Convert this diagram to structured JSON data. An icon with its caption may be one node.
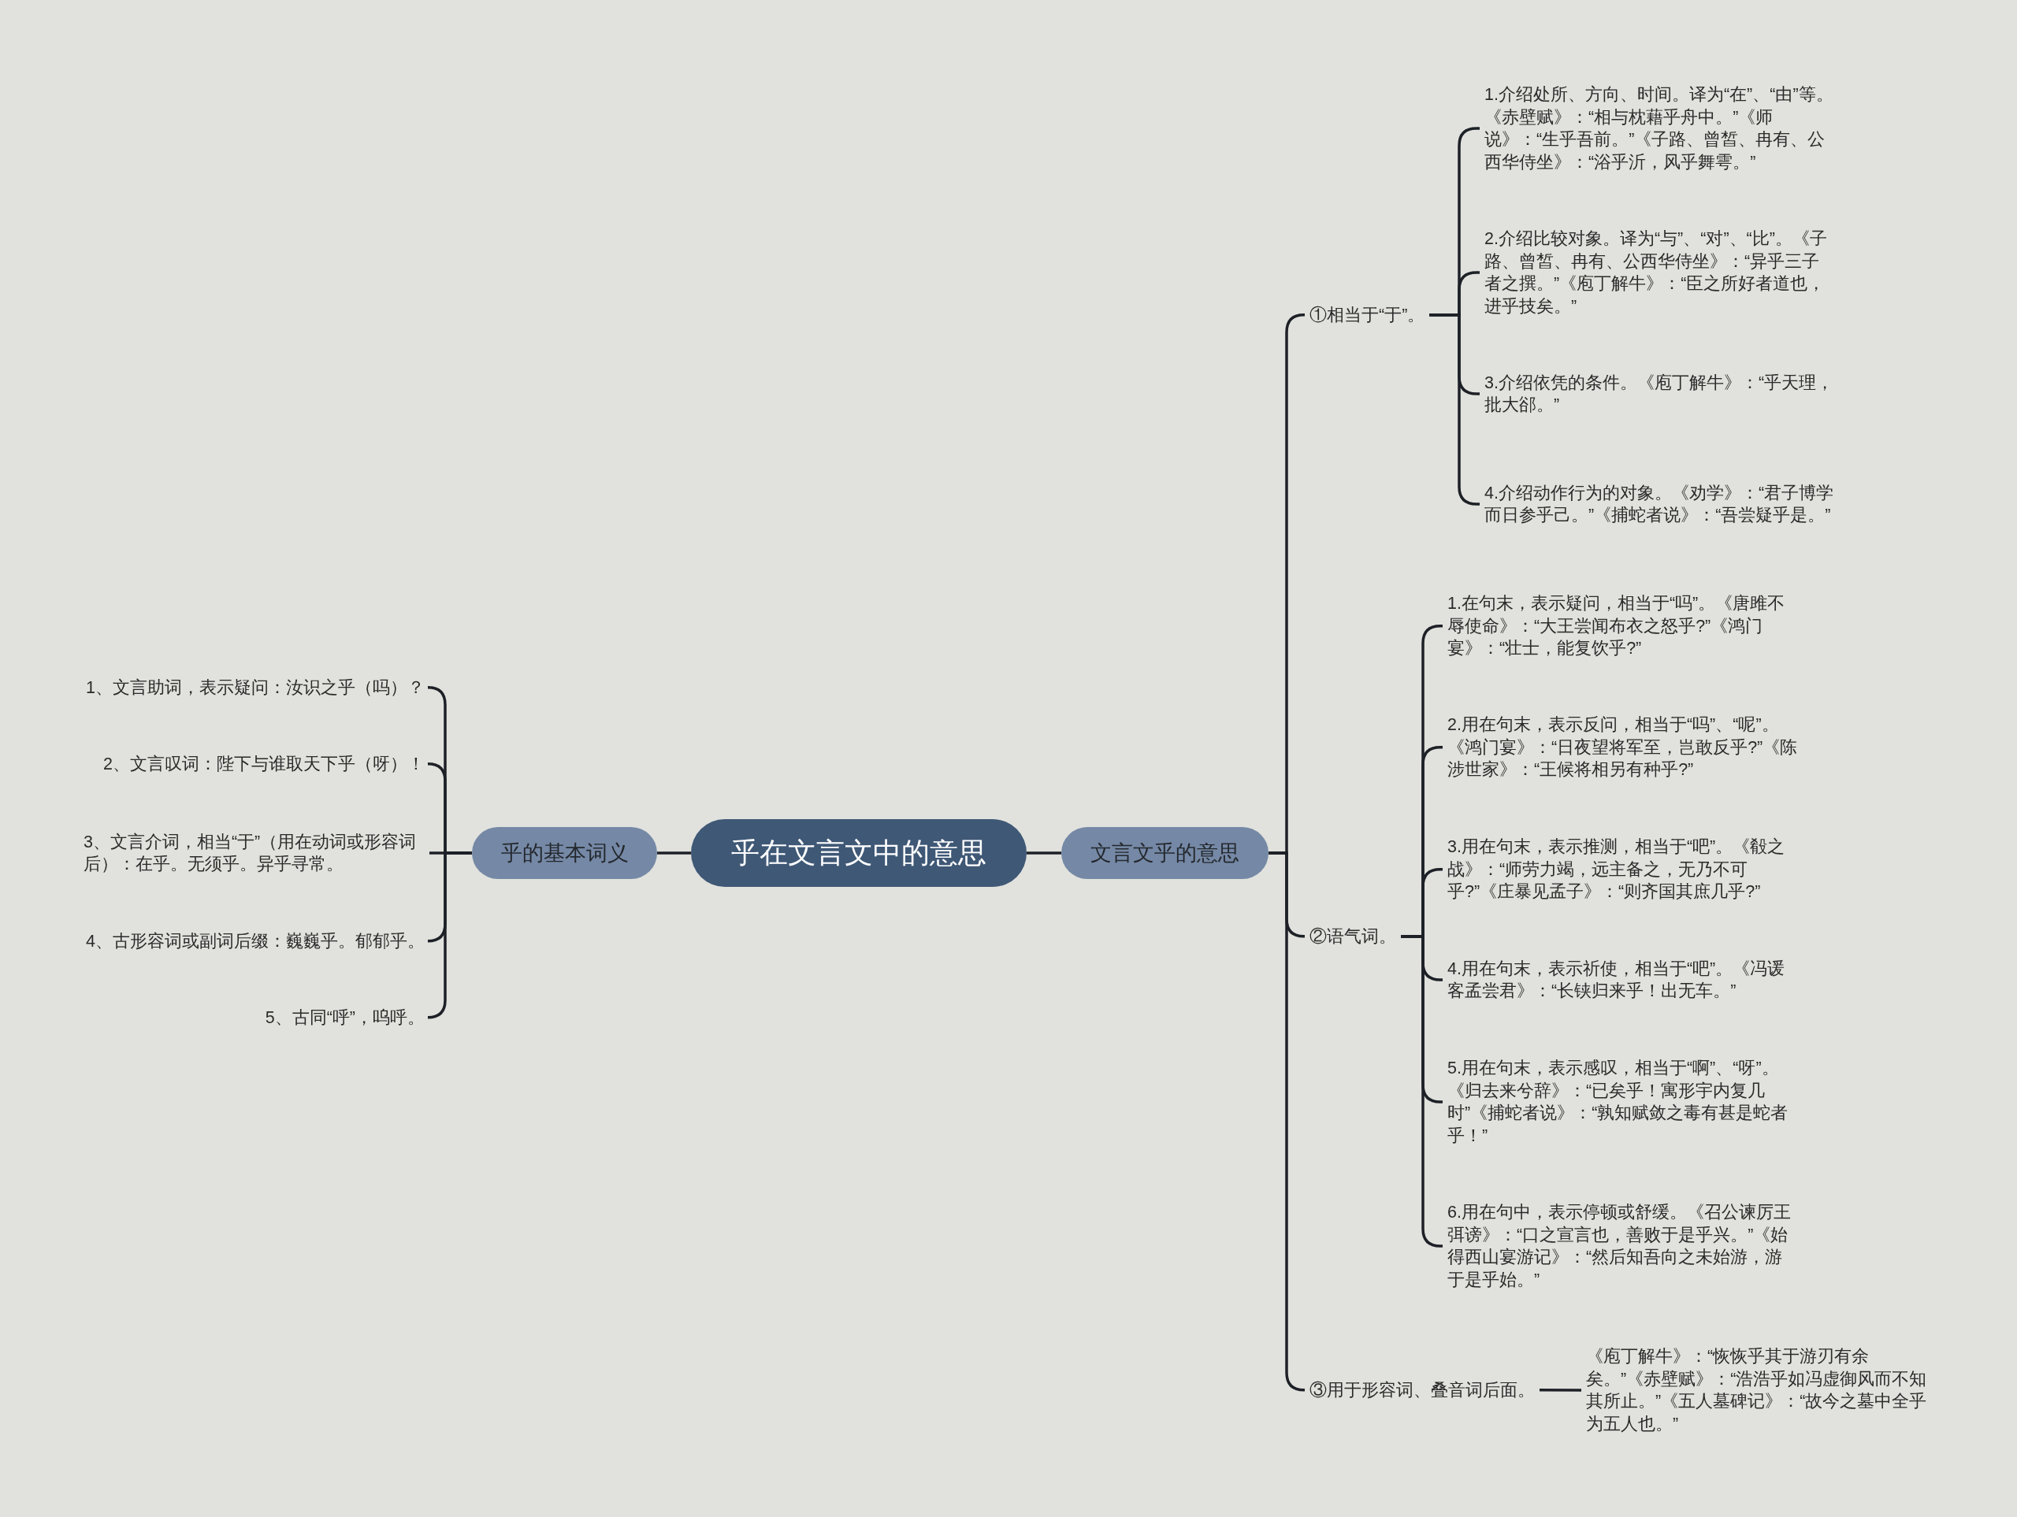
{
  "diagram": {
    "nodes": [
      {
        "text": [
          "乎在文言文中的意思"
        ]
      },
      {
        "text": [
          "乎的基本词义"
        ]
      },
      {
        "text": [
          "1、文言助词，表示疑问：汝识之乎（吗）？"
        ]
      },
      {
        "text": [
          "2、文言叹词：陛下与谁取天下乎（呀）！"
        ]
      },
      {
        "text": [
          "3、文言介词，相当“于”（用在动词或形容词后）：在乎。无须乎。异乎寻常。"
        ]
      },
      {
        "text": [
          "4、古形容词或副词后缀：巍巍乎。郁郁乎。"
        ]
      },
      {
        "text": [
          "5、古同“呼”，呜呼。"
        ]
      },
      {
        "text": [
          "文言文乎的意思"
        ]
      },
      {
        "text": [
          "①相当于“于”。"
        ]
      },
      {
        "text": [
          "1.介绍处所、方向、时间。译为“在”、“由”等。《赤壁赋》：“相与枕藉乎舟中。”《师说》：“生乎吾前。”《子路、曾皙、冉有、公西华侍坐》：“浴乎沂，风乎舞雩。”"
        ]
      },
      {
        "text": [
          "2.介绍比较对象。译为“与”、“对”、“比”。《子路、曾皙、冉有、公西华侍坐》：“异乎三子者之撰。”《庖丁解牛》：“臣之所好者道也，进乎技矣。”"
        ]
      },
      {
        "text": [
          "3.介绍依凭的条件。《庖丁解牛》：“乎天理，批大郤。”"
        ]
      },
      {
        "text": [
          "4.介绍动作行为的对象。《劝学》：“君子博学而日参乎己。”《捕蛇者说》：“吾尝疑乎是。”"
        ]
      },
      {
        "text": [
          "②语气词。"
        ]
      },
      {
        "text": [
          "1.在句末，表示疑问，相当于“吗”。《唐雎不辱使命》：“大王尝闻布衣之怒乎?”《鸿门宴》：“壮士，能复饮乎?”"
        ]
      },
      {
        "text": [
          "2.用在句末，表示反问，相当于“吗”、“呢”。《鸿门宴》：“日夜望将军至，岂敢反乎?”《陈涉世家》：“王候将相另有种乎?”"
        ]
      },
      {
        "text": [
          "3.用在句末，表示推测，相当于“吧”。《殽之战》：“师劳力竭，远主备之，无乃不可乎?”《庄暴见孟子》：“则齐国其庶几乎?”"
        ]
      },
      {
        "text": [
          "4.用在句末，表示祈使，相当于“吧”。《冯谖客孟尝君》：“长铗归来乎！出无车。”"
        ]
      },
      {
        "text": [
          "5.用在句末，表示感叹，相当于“啊”、“呀”。《归去来兮辞》：“已矣乎！寓形宇内复几时”《捕蛇者说》：“孰知赋敛之毒有甚是蛇者乎！”"
        ]
      },
      {
        "text": [
          "6.用在句中，表示停顿或舒缓。《召公谏厉王弭谤》：“口之宣言也，善败于是乎兴。”《始得西山宴游记》：“然后知吾向之未始游，游于是乎始。”"
        ]
      },
      {
        "text": [
          "③用于形容词、叠音词后面。"
        ]
      },
      {
        "text": [
          "《庖丁解牛》：“恢恢乎其于游刃有余矣。”《赤壁赋》：“浩浩乎如冯虚御风而不知其所止。”《五人墓碑记》：“故今之墓中全乎为五人也。”"
        ]
      }
    ],
    "edges": [
      {
        "from": 0,
        "to": 1,
        "arrow": "none"
      },
      {
        "from": 1,
        "to": 2,
        "arrow": "none"
      },
      {
        "from": 1,
        "to": 3,
        "arrow": "none"
      },
      {
        "from": 1,
        "to": 4,
        "arrow": "none"
      },
      {
        "from": 1,
        "to": 5,
        "arrow": "none"
      },
      {
        "from": 1,
        "to": 6,
        "arrow": "none"
      },
      {
        "from": 0,
        "to": 7,
        "arrow": "none"
      },
      {
        "from": 7,
        "to": 8,
        "arrow": "none"
      },
      {
        "from": 7,
        "to": 13,
        "arrow": "none"
      },
      {
        "from": 7,
        "to": 20,
        "arrow": "none"
      },
      {
        "from": 8,
        "to": 9,
        "arrow": "none"
      },
      {
        "from": 8,
        "to": 10,
        "arrow": "none"
      },
      {
        "from": 8,
        "to": 11,
        "arrow": "none"
      },
      {
        "from": 8,
        "to": 12,
        "arrow": "none"
      },
      {
        "from": 13,
        "to": 14,
        "arrow": "none"
      },
      {
        "from": 13,
        "to": 15,
        "arrow": "none"
      },
      {
        "from": 13,
        "to": 16,
        "arrow": "none"
      },
      {
        "from": 13,
        "to": 17,
        "arrow": "none"
      },
      {
        "from": 13,
        "to": 18,
        "arrow": "none"
      },
      {
        "from": 13,
        "to": 19,
        "arrow": "none"
      },
      {
        "from": 20,
        "to": 21,
        "arrow": "none"
      }
    ]
  }
}
